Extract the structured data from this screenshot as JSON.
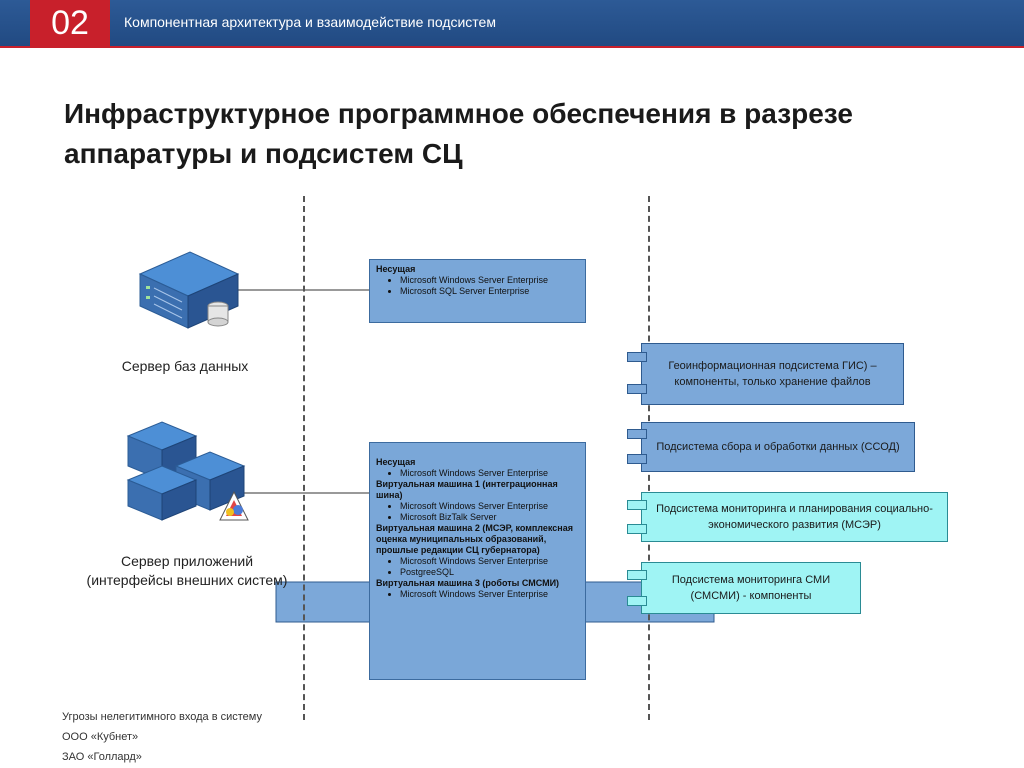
{
  "header": {
    "number": "02",
    "title": "Компонентная архитектура и взаимодействие подсистем"
  },
  "page": {
    "title": "Инфраструктурное программное обеспечения в разрезе аппаратуры и подсистем СЦ"
  },
  "servers": {
    "db_label": "Сервер баз данных",
    "app_label_1": "Сервер приложений",
    "app_label_2": "(интерфейсы внешних систем)"
  },
  "note_db": {
    "heading": "Несущая",
    "items": [
      "Microsoft Windows Server Enterprise",
      "Microsoft SQL Server Enterprise"
    ]
  },
  "note_app": {
    "h1": "Несущая",
    "i1": "Microsoft Windows Server Enterprise",
    "h2": "Виртуальная машина 1 (интеграционная шина)",
    "i2": "Microsoft Windows Server Enterprise",
    "i3": "Microsoft BizTalk Server",
    "h3": "Виртуальная машина 2 (МСЭР, комплексная оценка муниципальных образований, прошлые редакции СЦ губернатора)",
    "i4": "Microsoft Windows Server Enterprise",
    "i5": "PostgreeSQL",
    "h4": "Виртуальная машина 3 (роботы СМСМИ)",
    "i6": "Microsoft Windows Server Enterprise"
  },
  "components": {
    "gis": "Геоинформационная подсистема ГИС) – компоненты, только хранение файлов",
    "ssod": "Подсистема сбора и обработки данных (ССОД)",
    "mser": "Подсистема мониторинга и планирования социально-экономического развития (МСЭР)",
    "smsmi": "Подсистема мониторинга СМИ (СМСМИ) - компоненты"
  },
  "footer": {
    "line1": "Угрозы нелегитимного входа в систему",
    "line2": "ООО «Кубнет»",
    "line3": "ЗАО «Голлард»"
  },
  "colors": {
    "header_bg": "#214a82",
    "accent_red": "#c8202b",
    "note_blue": "#7aa7d8",
    "component_cyan": "#9ff4f4"
  }
}
